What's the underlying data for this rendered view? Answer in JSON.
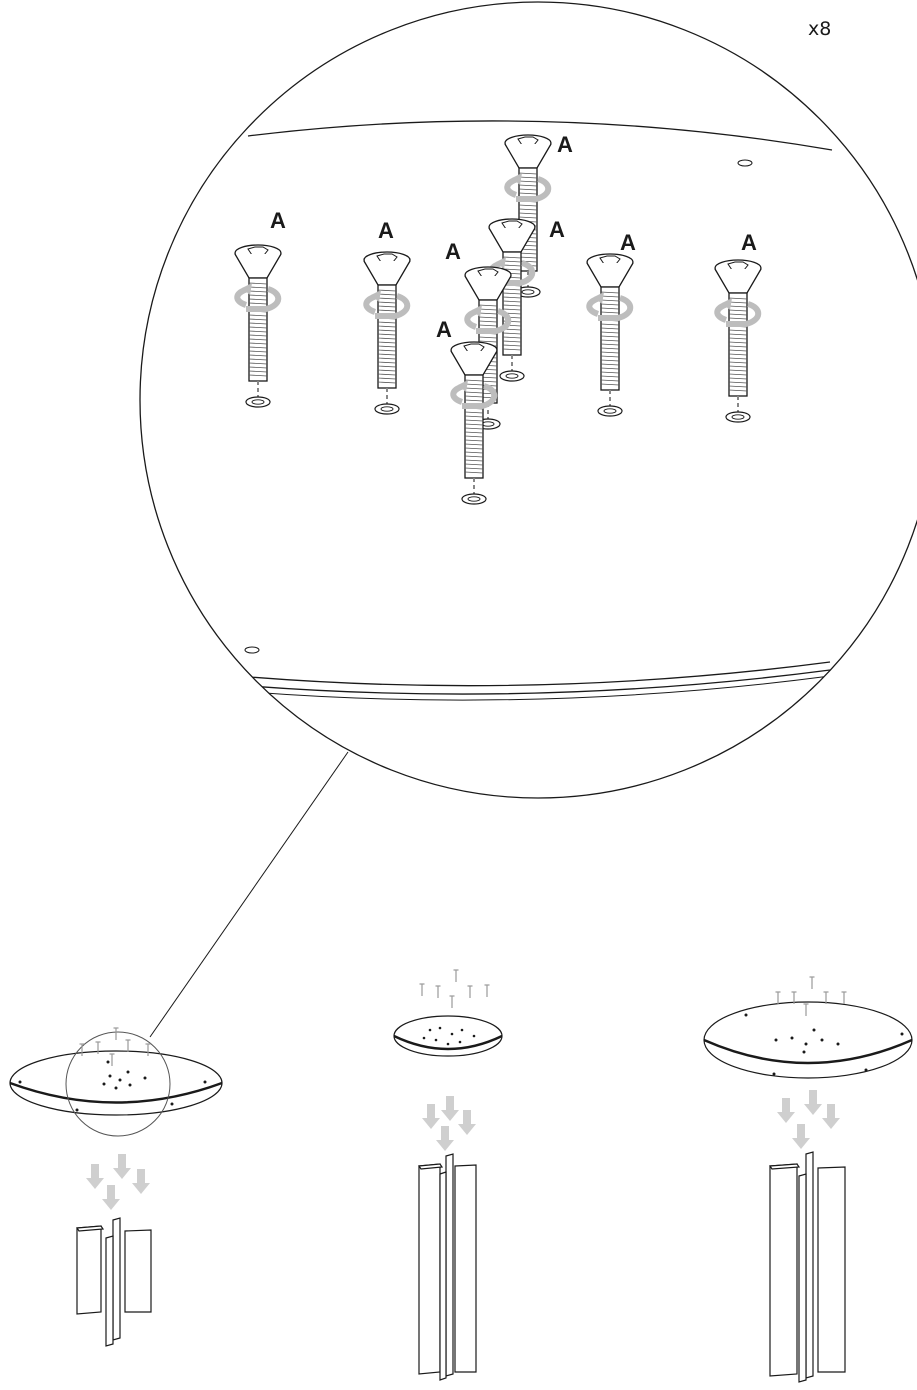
{
  "quantity_label": "x8",
  "screw_label": "A",
  "screws": [
    {
      "id": "s1"
    },
    {
      "id": "s2"
    },
    {
      "id": "s3"
    },
    {
      "id": "s4"
    },
    {
      "id": "s5"
    },
    {
      "id": "s6"
    },
    {
      "id": "s7"
    },
    {
      "id": "s8"
    }
  ],
  "colors": {
    "line": "#1a1a1a",
    "arrow": "#cfcfcf",
    "dashed_guide": "#888888"
  },
  "variants": [
    "small-table",
    "medium-table",
    "large-table"
  ]
}
